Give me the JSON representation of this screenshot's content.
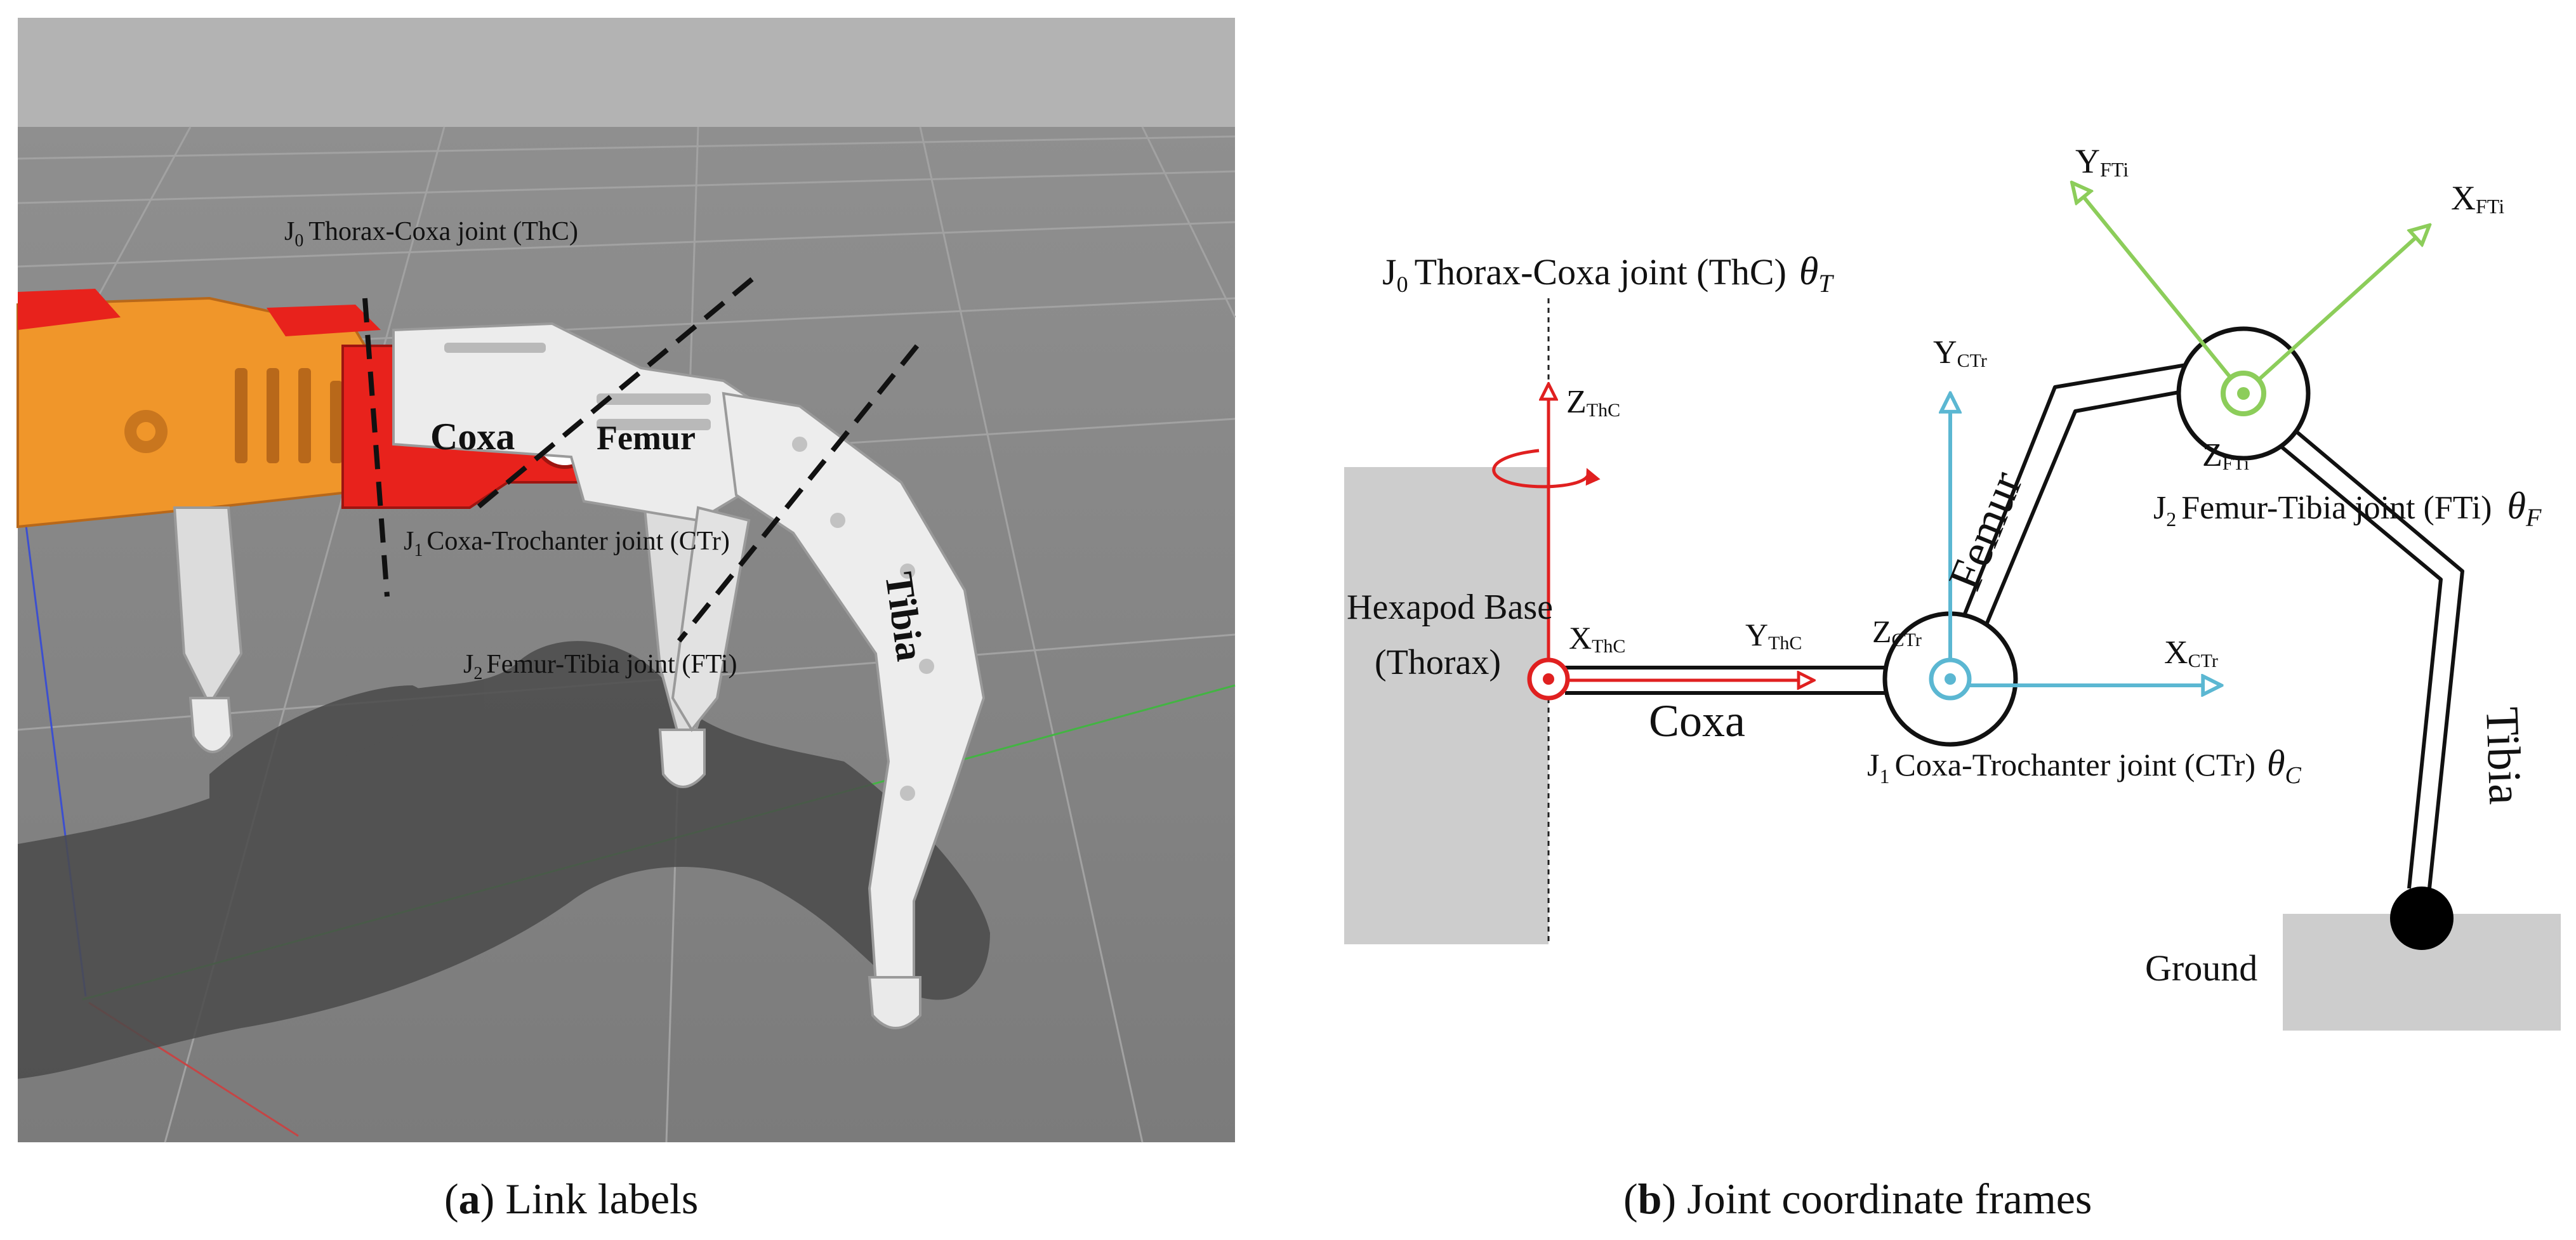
{
  "panel_a": {
    "j0_label": "Thorax-Coxa joint (ThC)",
    "j1_label": "Coxa-Trochanter joint (CTr)",
    "j2_label": "Femur-Tibia joint (FTi)",
    "links": {
      "coxa": "Coxa",
      "femur": "Femur",
      "tibia": "Tibia"
    },
    "caption_letter": "a",
    "caption_text": " Link labels"
  },
  "panel_b": {
    "j0": {
      "label": "Thorax-Coxa joint (ThC)",
      "theta": "T"
    },
    "j1": {
      "label": "Coxa-Trochanter joint (CTr)",
      "theta": "C"
    },
    "j2": {
      "label": "Femur-Tibia joint (FTi)",
      "theta": "F"
    },
    "base_line1": "Hexapod Base",
    "base_line2": "(Thorax)",
    "ground": "Ground",
    "links": {
      "coxa": "Coxa",
      "femur": "Femur",
      "tibia": "Tibia"
    },
    "frames": {
      "z_thc": "ThC",
      "x_thc": "ThC",
      "y_thc": "ThC",
      "z_ctr": "CTr",
      "y_ctr": "CTr",
      "x_ctr": "CTr",
      "z_fti": "FTi",
      "y_fti": "FTi",
      "x_fti": "FTi"
    },
    "caption_letter": "b",
    "caption_text": " Joint coordinate frames"
  },
  "colors": {
    "thc": "#e02020",
    "ctr": "#5bb7d2",
    "fti": "#8ccd5a",
    "robot_frame": "#f0962a",
    "robot_joint": "#e8221c"
  }
}
